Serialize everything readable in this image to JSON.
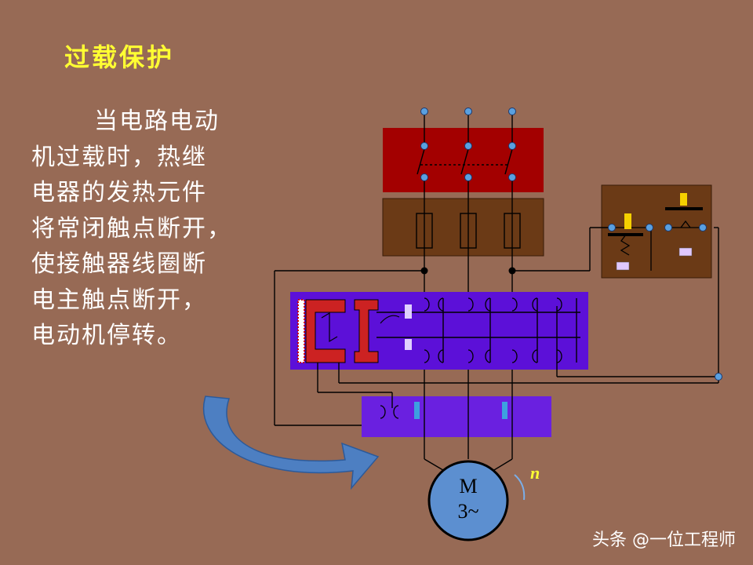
{
  "slide": {
    "title": "过载保护",
    "body_lines": [
      "当电路电动",
      "机过载时，热继",
      "电器的发热元件",
      "将常闭触点断开，",
      "使接触器线圈断",
      "电主触点断开，",
      "电动机停转。"
    ]
  },
  "motor": {
    "label_top": "M",
    "label_bottom": "3~",
    "speed_symbol": "n"
  },
  "colors": {
    "background": "#976a55",
    "title": "#ffff33",
    "switch_box": "#a30000",
    "thermal_box": "#6b3a16",
    "contactor_box": "#5c10d8",
    "relay_box": "#6b3a16",
    "motor": "#5c8fd0",
    "arrow": "#4d7fc2"
  },
  "watermark": "头条 @一位工程师"
}
